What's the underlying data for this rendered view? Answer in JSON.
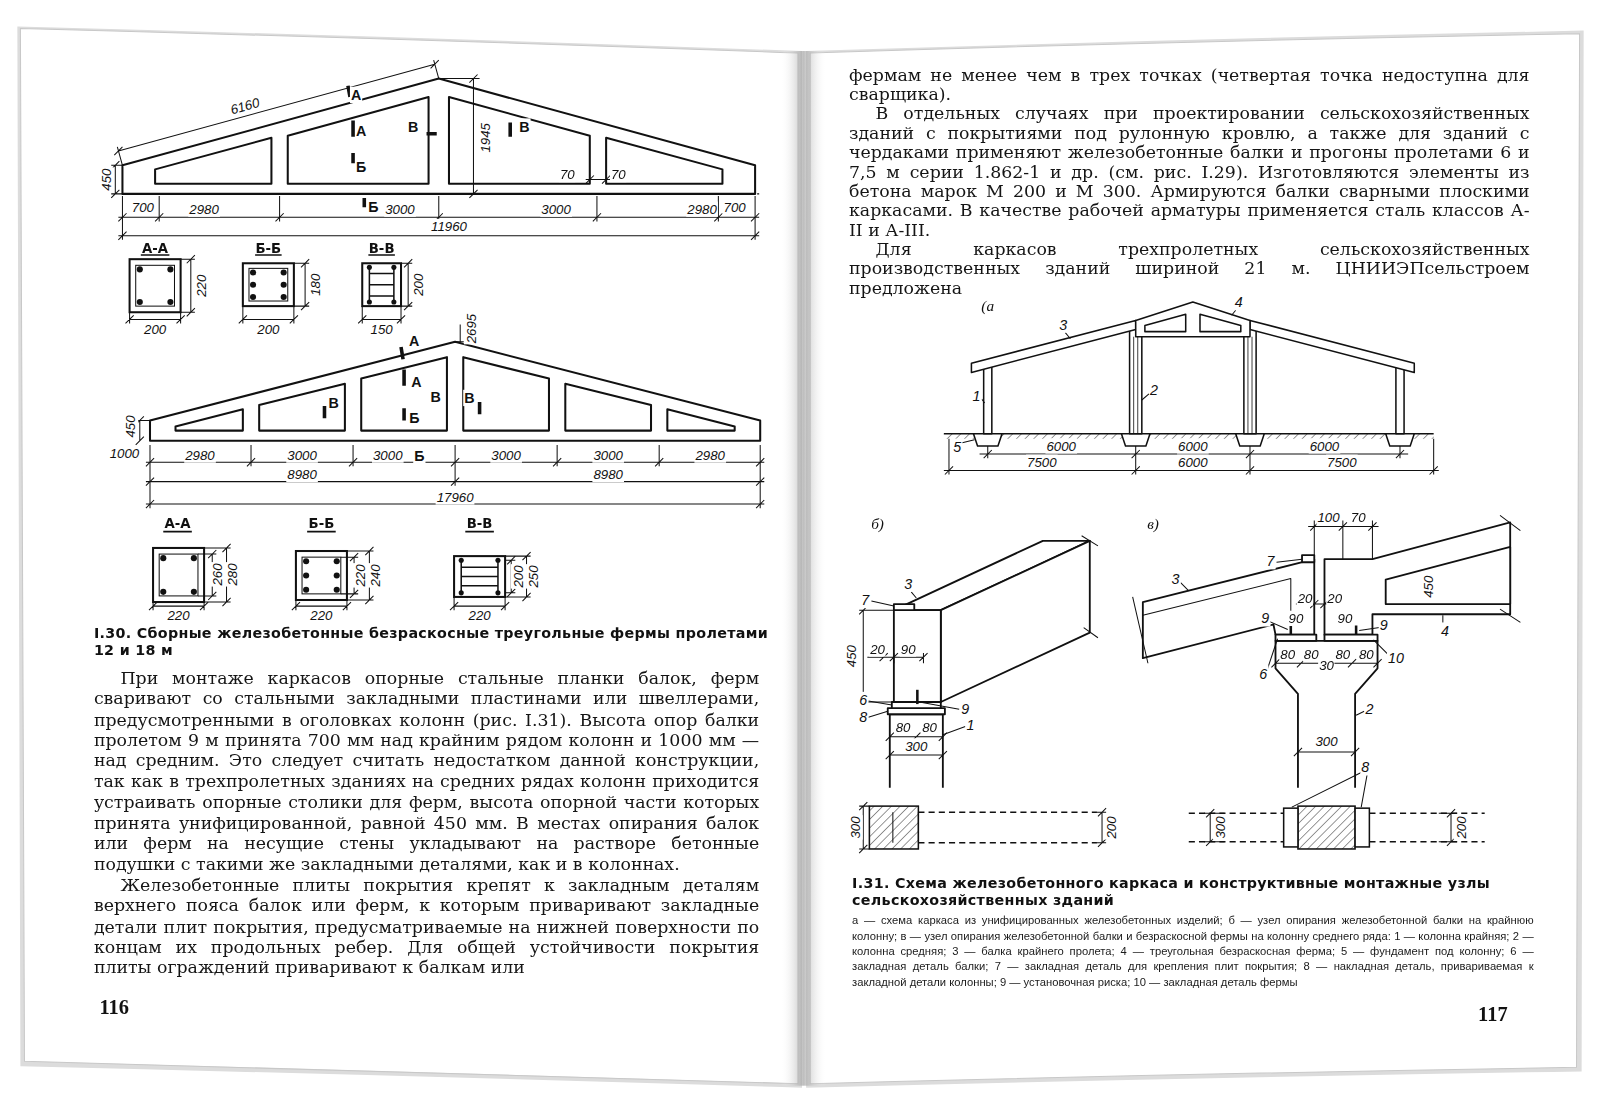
{
  "diagram": {
    "labels": [
      "6160",
      "А",
      "А",
      "Б",
      "В",
      "В",
      "1945",
      "450",
      "700",
      "70",
      "70",
      "700",
      "2980",
      "Б",
      "3000",
      "3000",
      "2980",
      "11960",
      "А-А",
      "Б-Б",
      "В-В",
      "220",
      "200",
      "180",
      "200",
      "200",
      "150",
      "А",
      "2695",
      "450",
      "В",
      "А",
      "В",
      "Б",
      "В",
      "1000",
      "2980",
      "3000",
      "3000",
      "Б",
      "3000",
      "3000",
      "2980",
      "8980",
      "8980",
      "17960",
      "А-А",
      "Б-Б",
      "В-В",
      "260",
      "280",
      "220",
      "220",
      "240",
      "220",
      "200",
      "250",
      "220",
      "I.30. Сборные железобетонные безраскосные треугольные фермы пролетами 12 и 18 м",
      "При монтаже каркасов опорные стальные планки балок, ферм сваривают со стальными закладными пластинами или швеллерами, предусмотренными в оголовках колонн (рис. I.31). Высота опор балки пролетом 9 м принята 700 мм над крайним рядом колонн и 1000 мм — над средним. Это следует считать недостатком данной конструкции, так как в трехпролетных зданиях на средних рядах колонн приходится устраивать опорные столики для ферм, высота опорной части которых принята унифицированной, равной 450 мм. В местах опирания балок или ферм на несущие стены укладывают на растворе бетонные подушки с такими же закладными деталями, как и в колоннах.",
      "Железобетонные плиты покрытия крепят к закладным деталям верхнего пояса балок или ферм, к которым приваривают закладные детали плит покрытия, предусматриваемые на нижней поверхности по концам их продольных ребер. Для общей устойчивости покрытия плиты ограждений приваривают к балкам или",
      "116",
      "фермам не менее чем в трех точках (четвертая точка недоступна для сварщика).",
      "В отдельных случаях при проектировании сельскохозяйственных зданий с покрытиями под рулонную кровлю, а также для зданий с чердаками применяют железобетонные балки и прогоны пролетами 6 и 7,5 м серии 1.862-1 и др. (см. рис. I.29). Изготовляются элементы из бетона марок М 200 и М 300. Армируются балки сварными плоскими каркасами. В качестве рабочей арматуры применяется сталь классов А-II и А-III.",
      "Для каркасов трехпролетных сельскохозяйственных производственных зданий шириной 21 м. ЦНИИЭПсельстроем предложена",
      "(а",
      "3",
      "4",
      "1",
      "2",
      "5",
      "6000",
      "6000",
      "6000",
      "7500",
      "6000",
      "7500",
      "б)",
      "7",
      "3",
      "450",
      "20",
      "90",
      "6",
      "9",
      "8",
      "1",
      "80",
      "80",
      "300",
      "300",
      "200",
      "в)",
      "100",
      "70",
      "7",
      "3",
      "20",
      "20",
      "450",
      "9",
      "90",
      "90",
      "9",
      "4",
      "80",
      "80",
      "80",
      "80",
      "6",
      "30",
      "10",
      "2",
      "300",
      "8",
      "300",
      "200",
      "I.31. Схема железобетонного каркаса и конструктивные монтажные узлы сельскохозяйственных зданий",
      "а — схема каркаса из унифицированных железобетонных изделий; б — узел опирания железобетонной балки на крайнюю колонну; в — узел опирания железобетонной балки и безраскосной фермы на колонну среднего ряда: 1 — колонна крайняя; 2 — колонна средняя; 3 — балка крайнего пролета; 4 — треугольная безраскосная ферма; 5 — фундамент под колонну; 6 — закладная деталь балки; 7 — закладная деталь для крепления плит покрытия; 8 — накладная деталь, привариваемая к закладной детали колонны; 9 — установочная риска; 10 — закладная деталь фермы",
      "117"
    ]
  }
}
